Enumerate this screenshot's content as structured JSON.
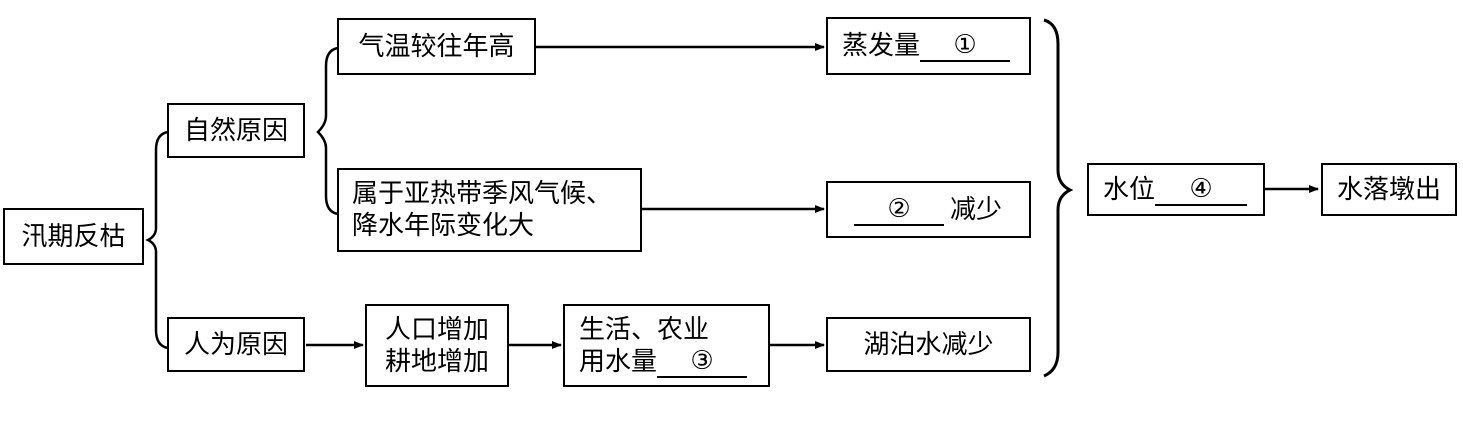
{
  "nodes": {
    "root": "汛期反枯",
    "natural": "自然原因",
    "human": "人为原因",
    "temp": "气温较往年高",
    "climate_line1": "属于亚热带季风气候、",
    "climate_line2": "降水年际变化大",
    "evap_prefix": "蒸发量",
    "precip_suffix": "减少",
    "pop_line1": "人口增加",
    "pop_line2": "耕地增加",
    "water_use_line1": "生活、农业",
    "water_use_line2": "用水量",
    "lake": "湖泊水减少",
    "level_prefix": "水位",
    "result": "水落墩出"
  },
  "blanks": {
    "b1": "①",
    "b2": "②",
    "b3": "③",
    "b4": "④"
  }
}
